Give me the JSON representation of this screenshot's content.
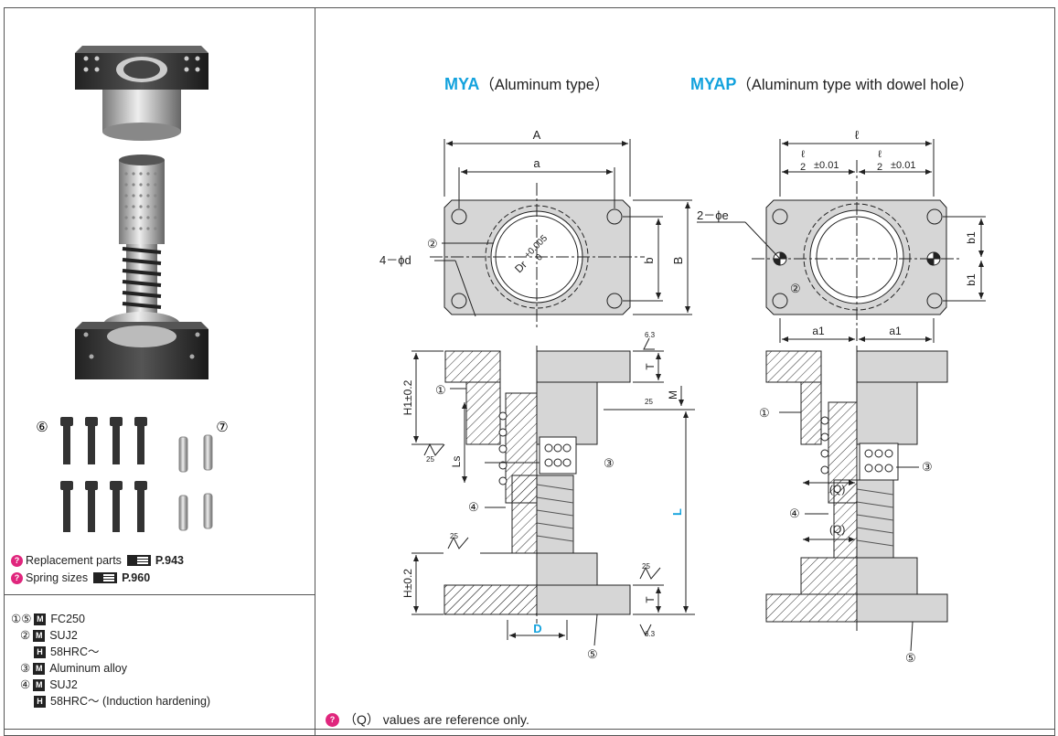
{
  "left_panel": {
    "callout_6": "⑥",
    "callout_7": "⑦",
    "tips": [
      {
        "label": "Replacement parts",
        "ref": "P.943"
      },
      {
        "label": "Spring sizes",
        "ref": "P.960"
      }
    ]
  },
  "materials": [
    {
      "num": "①⑤",
      "badge": "M",
      "text": "FC250"
    },
    {
      "num": "②",
      "badge": "M",
      "text": "SUJ2"
    },
    {
      "num": "",
      "badge": "H",
      "text": "58HRC～"
    },
    {
      "num": "③",
      "badge": "M",
      "text": "Aluminum alloy"
    },
    {
      "num": "④",
      "badge": "M",
      "text": "SUJ2"
    },
    {
      "num": "",
      "badge": "H",
      "text": "58HRC～ (Induction hardening)"
    }
  ],
  "titles": {
    "mya_code": "MYA",
    "mya_desc": "（Aluminum type）",
    "myap_code": "MYAP",
    "myap_desc": "（Aluminum type with dowel hole）"
  },
  "dims": {
    "A": "A",
    "a": "a",
    "b": "b",
    "B": "B",
    "d": "4－ϕd",
    "dr": "Dr",
    "tol": "+0.005",
    "tol0": "0",
    "l": "ℓ",
    "l2a": "ℓ",
    "l2b": "ℓ",
    "two": "2",
    "pm": "±0.01",
    "e": "2－ϕe",
    "b1": "b1",
    "a1": "a1",
    "H1": "H1±0.2",
    "H": "H±0.2",
    "T": "T",
    "M": "M",
    "Ls": "Ls",
    "L": "L",
    "D": "D",
    "Q": "(Q)",
    "r63": "6.3",
    "r25": "25"
  },
  "callouts": {
    "c1": "①",
    "c2": "②",
    "c3": "③",
    "c4": "④",
    "c5": "⑤"
  },
  "note": "（Q） values are reference only.",
  "colors": {
    "accent": "#13a2dd",
    "tip": "#e0267d",
    "plate": "#d6d6d6"
  }
}
